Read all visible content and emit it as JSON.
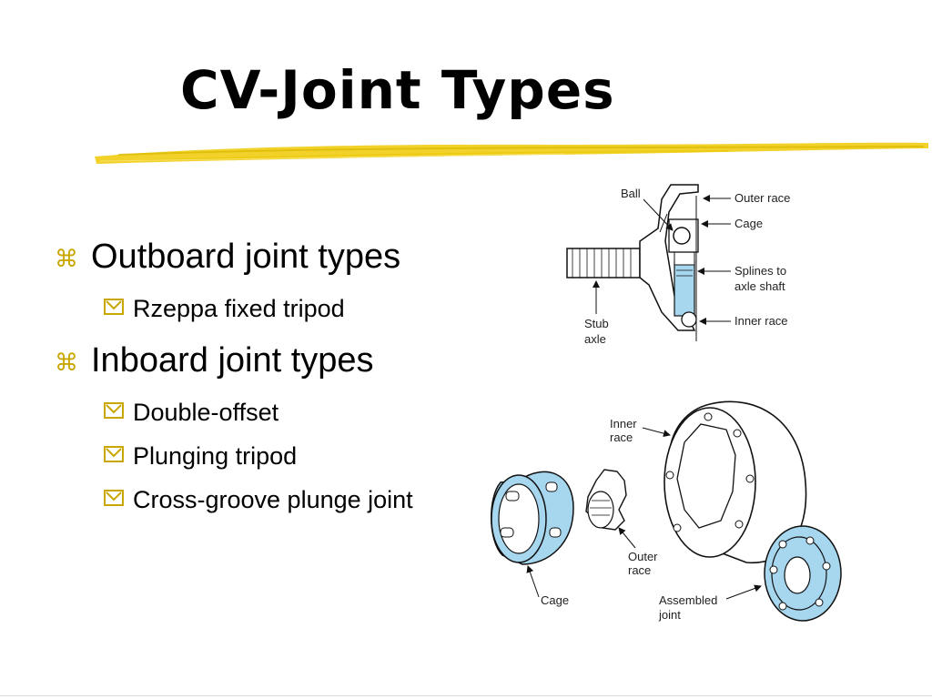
{
  "slide": {
    "title": "CV-Joint Types",
    "bullets": [
      {
        "label": "Outboard joint types",
        "sub": [
          "Rzeppa fixed tripod"
        ]
      },
      {
        "label": "Inboard joint types",
        "sub": [
          "Double-offset",
          "Plunging tripod",
          "Cross-groove plunge joint"
        ]
      }
    ],
    "colors": {
      "accent": "#f2d22a",
      "bullet": "#c9a600",
      "part_fill": "#a7d6ef"
    }
  },
  "figure_top": {
    "labels": {
      "ball": "Ball",
      "outer_race": "Outer race",
      "cage": "Cage",
      "splines_1": "Splines to",
      "splines_2": "axle shaft",
      "inner_race": "Inner race",
      "stub_1": "Stub",
      "stub_2": "axle"
    }
  },
  "figure_bottom": {
    "labels": {
      "inner_race_1": "Inner",
      "inner_race_2": "race",
      "outer_race_1": "Outer",
      "outer_race_2": "race",
      "cage": "Cage",
      "assembled_1": "Assembled",
      "assembled_2": "joint"
    }
  }
}
